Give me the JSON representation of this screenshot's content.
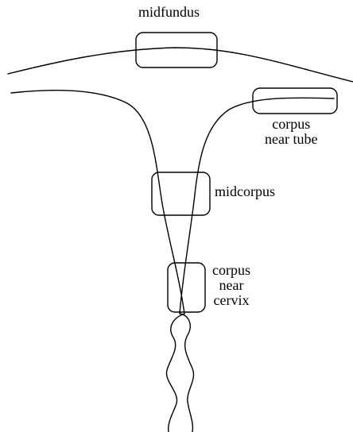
{
  "diagram": {
    "line_color": "#000000",
    "background": "#ffffff",
    "labels": {
      "midfundus": "midfundus",
      "corpus_near_tube": [
        "corpus",
        "near tube"
      ],
      "midcorpus": "midcorpus",
      "corpus_near_cervix": [
        "corpus",
        "near",
        "cervix"
      ]
    }
  }
}
